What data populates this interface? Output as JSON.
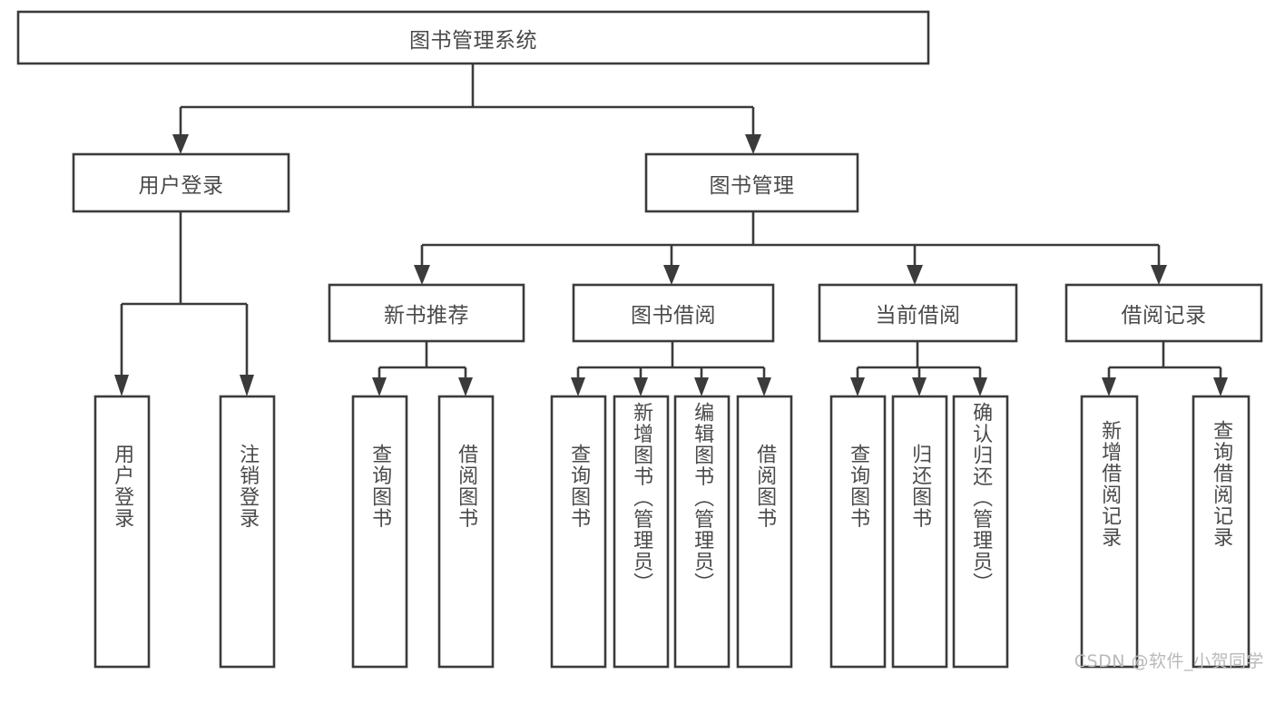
{
  "diagram": {
    "type": "tree-hierarchy",
    "title": "图书管理系统",
    "orientation": "top-down",
    "colors": {
      "box_stroke": "#3b3b3b",
      "box_fill": "#ffffff",
      "text": "#4a4a4a",
      "connector": "#3b3b3b",
      "watermark": "#b9b9b9",
      "background": "#ffffff"
    },
    "root": {
      "label": "图书管理系统"
    },
    "level1": [
      {
        "label": "用户登录"
      },
      {
        "label": "图书管理"
      }
    ],
    "level2": [
      {
        "label": "新书推荐"
      },
      {
        "label": "图书借阅"
      },
      {
        "label": "当前借阅"
      },
      {
        "label": "借阅记录"
      }
    ],
    "leaves": {
      "user_login": [
        {
          "label": "用户登录"
        },
        {
          "label": "注销登录"
        }
      ],
      "new_book_recommend": [
        {
          "label": "查询图书"
        },
        {
          "label": "借阅图书"
        }
      ],
      "book_borrow": [
        {
          "label": "查询图书"
        },
        {
          "label": "新增图书（管理员）"
        },
        {
          "label": "编辑图书（管理员）"
        },
        {
          "label": "借阅图书"
        }
      ],
      "current_borrow": [
        {
          "label": "查询图书"
        },
        {
          "label": "归还图书"
        },
        {
          "label": "确认归还（管理员）"
        }
      ],
      "borrow_record": [
        {
          "label": "新增借阅记录"
        },
        {
          "label": "查询借阅记录"
        }
      ]
    }
  },
  "watermark": {
    "text": "CSDN @软件_小贺同学"
  }
}
